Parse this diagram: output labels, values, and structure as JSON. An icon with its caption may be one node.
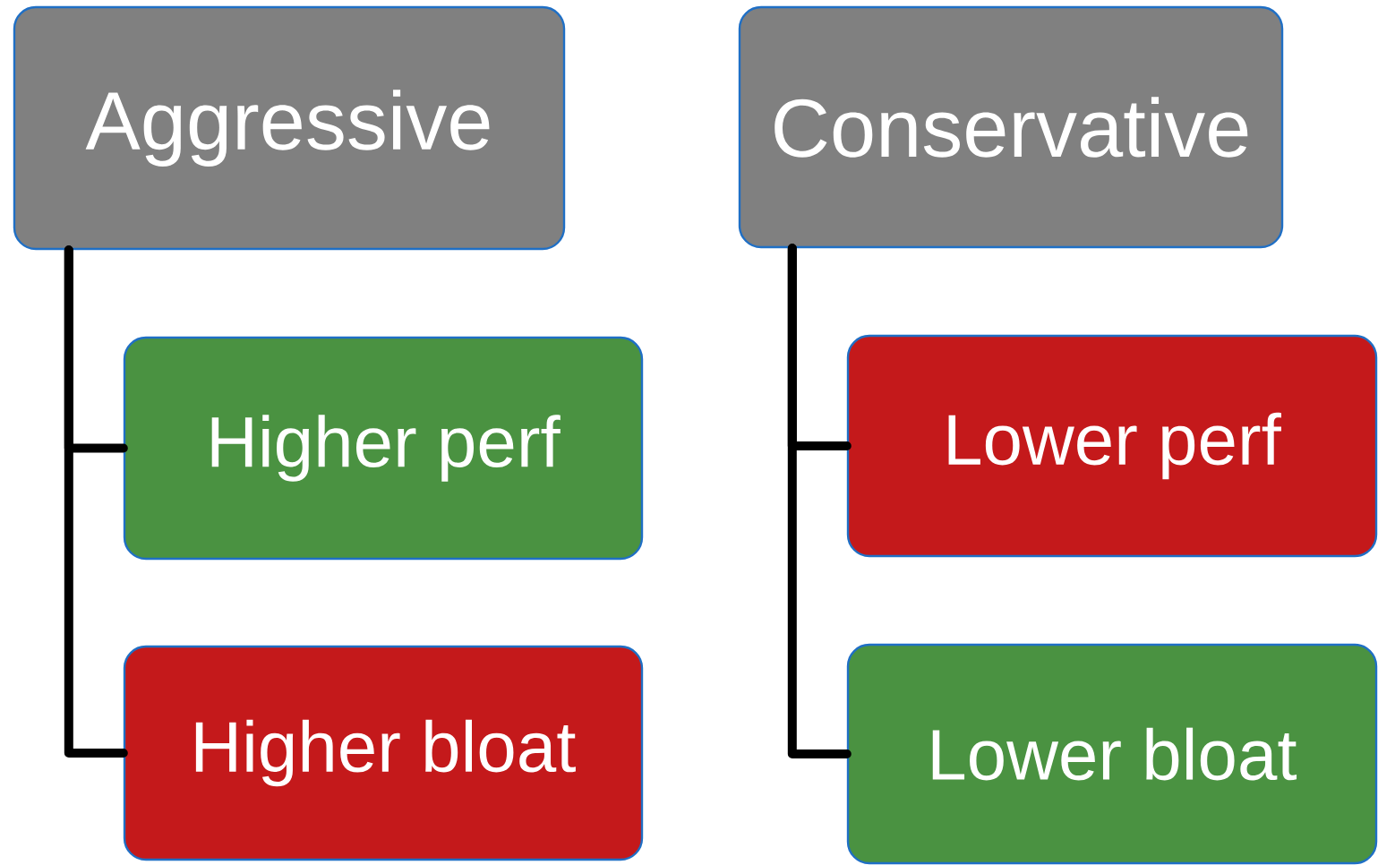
{
  "diagram": {
    "nodes": [
      {
        "text": [
          "Aggressive"
        ]
      },
      {
        "text": [
          "Higher perf"
        ]
      },
      {
        "text": [
          "Higher bloat"
        ]
      },
      {
        "text": [
          "Conservative"
        ]
      },
      {
        "text": [
          "Lower perf"
        ]
      },
      {
        "text": [
          "Lower bloat"
        ]
      }
    ],
    "edges": [
      {
        "from": 0,
        "to": 1,
        "arrow": "none"
      },
      {
        "from": 0,
        "to": 2,
        "arrow": "none"
      },
      {
        "from": 3,
        "to": 4,
        "arrow": "none"
      },
      {
        "from": 3,
        "to": 5,
        "arrow": "none"
      }
    ]
  }
}
